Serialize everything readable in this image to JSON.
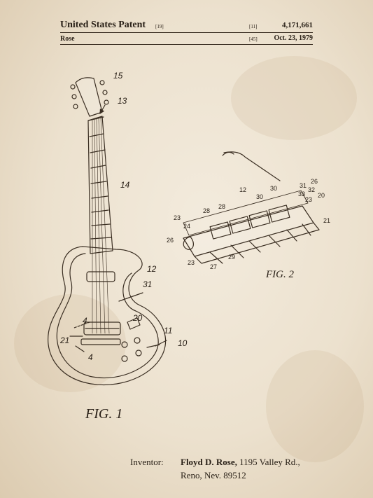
{
  "header": {
    "title": "United States Patent",
    "tag_title": "[19]",
    "tag_number": "[11]",
    "patent_number": "4,171,661",
    "inventor_short": "Rose",
    "tag_date": "[45]",
    "date": "Oct. 23, 1979"
  },
  "figures": {
    "fig1_caption": "FIG. 1",
    "fig2_caption": "FIG. 2",
    "fig1_refs": [
      "15",
      "13",
      "14",
      "12",
      "31",
      "20",
      "11",
      "10",
      "4",
      "21",
      "4"
    ],
    "fig2_refs": [
      "26",
      "31",
      "32",
      "33",
      "30",
      "12",
      "30",
      "28",
      "28",
      "23",
      "20",
      "21",
      "24",
      "23",
      "26",
      "23",
      "29",
      "27"
    ]
  },
  "inventor": {
    "label": "Inventor:",
    "name": "Floyd D. Rose,",
    "line1_rest": " 1195 Valley Rd.,",
    "line2": "Reno, Nev. 89512"
  },
  "colors": {
    "paper": "#ece1ce",
    "ink": "#2a2118"
  }
}
